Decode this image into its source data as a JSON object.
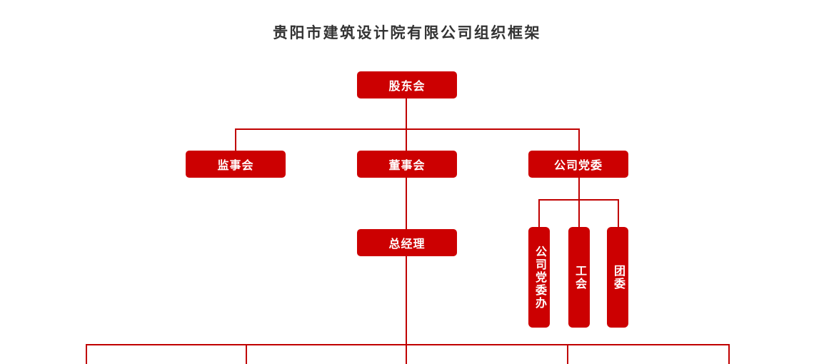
{
  "title": "贵阳市建筑设计院有限公司组织框架",
  "colors": {
    "node_fill": "#CC0001",
    "connector_line": "#C00000",
    "title_text": "#333333",
    "node_text": "#FFFFFF"
  },
  "nodes": {
    "shareholders": "股东会",
    "supervisors": "监事会",
    "directors": "董事会",
    "party_committee": "公司党委",
    "general_manager": "总经理",
    "party_office": "公司党委办",
    "labor_union": "工会",
    "youth_league": "团委"
  },
  "hierarchy": {
    "root": "股东会",
    "children_of_root": [
      "监事会",
      "董事会",
      "公司党委"
    ],
    "child_of_directors": "总经理",
    "children_of_party_committee": [
      "公司党委办",
      "工会",
      "团委"
    ],
    "general_manager_branches_visible": 5
  }
}
